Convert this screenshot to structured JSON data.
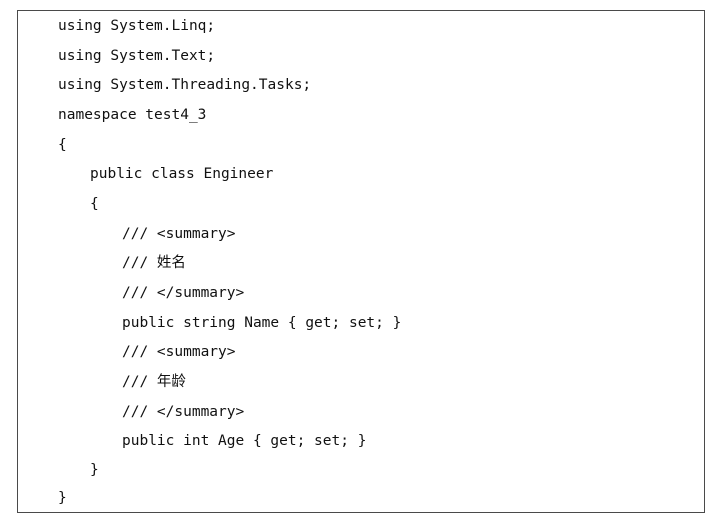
{
  "document": {
    "lines": [
      {
        "text": "using System.Linq;",
        "indent": 0
      },
      {
        "text": "using System.Text;",
        "indent": 0
      },
      {
        "text": "using System.Threading.Tasks;",
        "indent": 0
      },
      {
        "text": "namespace test4_3",
        "indent": 0
      },
      {
        "text": "{",
        "indent": 0
      },
      {
        "text": "public class Engineer",
        "indent": 1
      },
      {
        "text": "{",
        "indent": 1
      },
      {
        "text": "/// <summary>",
        "indent": 2
      },
      {
        "text": "/// 姓名",
        "indent": 2
      },
      {
        "text": "/// </summary>",
        "indent": 2
      },
      {
        "text": "public string Name { get; set; }",
        "indent": 2
      },
      {
        "text": "/// <summary>",
        "indent": 2
      },
      {
        "text": "/// 年龄",
        "indent": 2
      },
      {
        "text": "/// </summary>",
        "indent": 2
      },
      {
        "text": "public int Age { get; set; }",
        "indent": 2
      },
      {
        "text": "}",
        "indent": 1
      },
      {
        "text": "}",
        "indent": 0
      }
    ]
  }
}
